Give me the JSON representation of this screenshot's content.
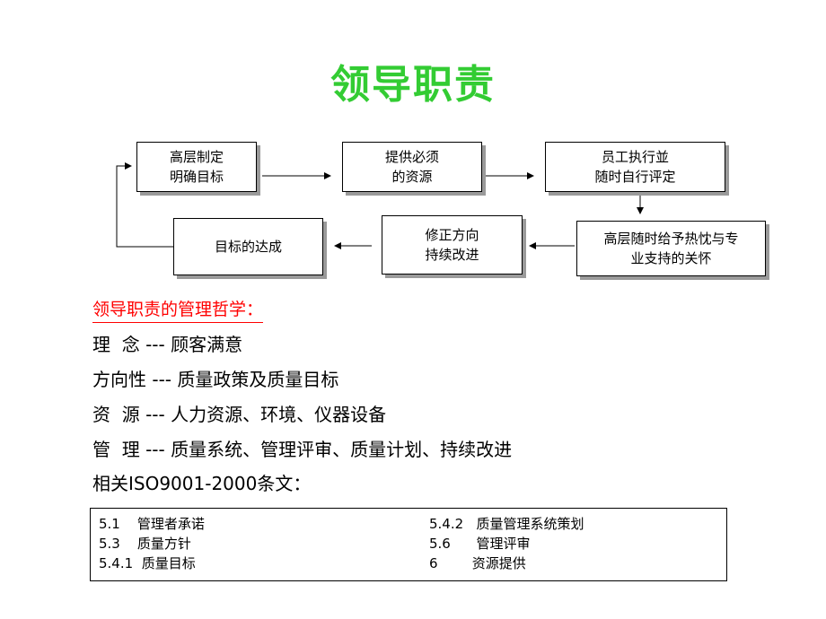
{
  "title": "领导职责",
  "flow": {
    "box1": "高层制定\n明确目标",
    "box2": "提供必须\n的资源",
    "box3": "员工执行並\n随时自行评定",
    "box4": "高层随时给予热忱与专\n业支持的关怀",
    "box5": "修正方向\n持续改进",
    "box6": "目标的达成"
  },
  "philosophy": {
    "heading": "领导职责的管理哲学：",
    "lines": [
      "理  念 --- 顾客满意",
      "方向性 --- 质量政策及质量目标",
      "资  源 --- 人力资源、环境、仪器设备",
      "管  理 --- 质量系统、管理评审、质量计划、持续改进",
      "相关ISO9001-2000条文："
    ]
  },
  "standards": {
    "left": [
      "5.1    管理者承诺",
      "5.3    质量方针",
      "5.4.1  质量目标"
    ],
    "right": [
      "5.4.2   质量管理系统策划",
      "5.6      管理评审",
      "6        资源提供"
    ]
  }
}
